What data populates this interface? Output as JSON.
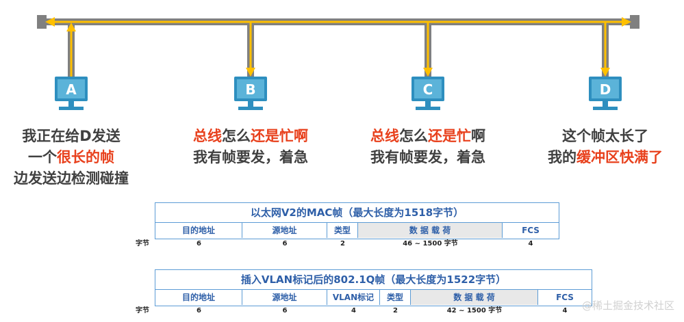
{
  "bus_colors": {
    "cable": "#808080",
    "signal": "#ffc000"
  },
  "hosts": [
    {
      "letter": "A",
      "caption": [
        [
          {
            "t": "我正在给D发送",
            "red": false
          }
        ],
        [
          {
            "t": "一个",
            "red": false
          },
          {
            "t": "很长的帧",
            "red": true
          }
        ],
        [
          {
            "t": "边发送边检测碰撞",
            "red": false
          }
        ]
      ]
    },
    {
      "letter": "B",
      "caption": [
        [
          {
            "t": "总线",
            "red": true
          },
          {
            "t": "怎么",
            "red": false
          },
          {
            "t": "还是忙",
            "red": true
          },
          {
            "t": "啊",
            "red": true
          }
        ],
        [
          {
            "t": "我有帧要发，着急",
            "red": false
          }
        ]
      ]
    },
    {
      "letter": "C",
      "caption": [
        [
          {
            "t": "总线",
            "red": true
          },
          {
            "t": "怎么",
            "red": false
          },
          {
            "t": "还是忙",
            "red": true
          },
          {
            "t": "啊",
            "red": false
          }
        ],
        [
          {
            "t": "我有帧要发，着急",
            "red": false
          }
        ]
      ]
    },
    {
      "letter": "D",
      "caption": [
        [
          {
            "t": "这个帧太长了",
            "red": false
          }
        ],
        [
          {
            "t": "我的",
            "red": false
          },
          {
            "t": "缓冲区快满了",
            "red": true
          }
        ]
      ]
    }
  ],
  "frame1": {
    "title": "以太网V2的MAC帧（最大长度为1518字节）",
    "size_label": "字节",
    "fields": [
      {
        "name": "目的地址",
        "size": "6",
        "payload": false
      },
      {
        "name": "源地址",
        "size": "6",
        "payload": false
      },
      {
        "name": "类型",
        "size": "2",
        "payload": false
      },
      {
        "name": "数 据 载 荷",
        "size": "46 ~ 1500 字节",
        "payload": true
      },
      {
        "name": "FCS",
        "size": "4",
        "payload": false
      }
    ]
  },
  "frame2": {
    "title": "插入VLAN标记后的802.1Q帧（最大长度为1522字节）",
    "size_label": "字节",
    "fields": [
      {
        "name": "目的地址",
        "size": "6",
        "payload": false
      },
      {
        "name": "源地址",
        "size": "6",
        "payload": false
      },
      {
        "name": "VLAN标记",
        "size": "4",
        "payload": false
      },
      {
        "name": "类型",
        "size": "2",
        "payload": false
      },
      {
        "name": "数 据 载 荷",
        "size": "42 ~ 1500 字节",
        "payload": true
      },
      {
        "name": "FCS",
        "size": "4",
        "payload": false
      }
    ]
  },
  "watermark": "@稀土掘金技术社区"
}
